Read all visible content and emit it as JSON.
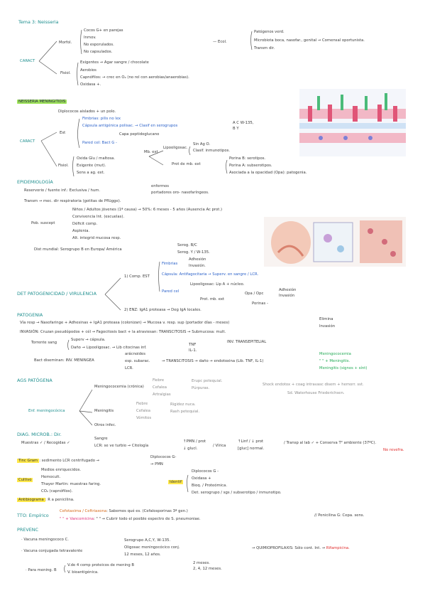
{
  "title": "Tema 3: Neisseria",
  "caract1": {
    "label": "CARACT",
    "morfol": "Morfol.",
    "morfol_items": [
      "Cocos G+ en parejas",
      "Inmov.",
      "No esporulados.",
      "No capsulados."
    ],
    "fisiol": "Fisiol.",
    "fisiol_items": [
      "Exigentes → Agar sangre / chocolate",
      "Aerobios",
      "Capnófilos: → crec en O₂ (no rel con aerobias/anaerobias).",
      "Oxidasa +."
    ],
    "ecol": "— Ecol.",
    "ecol_items": [
      "Patógenos verd.",
      "Microbiota boca, nasofar., genital → Comensal oportunista.",
      "Transm dir."
    ]
  },
  "nm": {
    "header": "NEISSERIA MENINGITIDIS",
    "caract_label": "CARACT",
    "diplo": "Diplococos aislados + un polo.",
    "est": "Est",
    "fimbrias": "Fimbrias: pilis no lex",
    "capsula": "Cápsula antigénica polisac. → Clasif en serogrupos",
    "serogroups": "A  C    W-135,",
    "serogroups2": "B  Y",
    "capa": "Capa peptidoglucano",
    "pared": "Pared cel: Bact G -",
    "mbext": "Mb. ext",
    "lipo": "Lipooligosac.",
    "lipo_items": [
      "Sin Ag O.",
      "Clasif. inmunotipos."
    ],
    "protmb": "Prot de mb. ext",
    "porinas": [
      "Porina B: serotipos.",
      "Porina A: subserotipos.",
      "Asociada a la opacidad (Opa): patogenia."
    ],
    "fisiol": "Fisiol.",
    "fisiol_items": [
      "Oxida Glu / maltosa.",
      "Exigente (mut).",
      "Sens a ag. ext."
    ]
  },
  "epi": {
    "header": "EPIDEMIOLOGÍA",
    "reservorio": "Reservorio / fuente inf.: Exclusiva / hum.",
    "reservorio_items": [
      "enfermos",
      "portadores oro- nasofaríngeos."
    ],
    "transm": "Transm → mec. dir respiratoria (gotitas de Pflügge).",
    "pob": "Pob. suscept",
    "pob_items": [
      "Niños / Adultos jóvenes (1ª causa) → 50%: 6 meses - 5 años (Ausencia Ac prot.)",
      "Convivencia Int. (escuelas).",
      "Déficit comp.",
      "Asplenia.",
      "Alt. integrid mucosa resp."
    ],
    "dist": "Dist mundial: Serogrupo B en Europa/ América",
    "dist_items": [
      "Serog. B/C",
      "Serog. Y / W-135."
    ]
  },
  "det": {
    "header": "DET PATOGENICIDAD / VIRULENCIA",
    "comp_est": "1) Comp. EST",
    "fimbrias": "Fimbrias",
    "fim_items": [
      "Adhesión",
      "Invasión."
    ],
    "capsula": "Cápsula: Antifagocitaria → Superv. en sangre / LCR.",
    "pared": "Pared cel",
    "lipo": "Lipooligosac: Lip A + núcleo.",
    "prot": "Prot. mb. ext",
    "opa": "Opa / Opc",
    "opa_items": [
      "Adhesión",
      "Invasión"
    ],
    "porinas": "Porinas -",
    "enz": "2) ENZ: IgA1 proteasa → Deg IgA locales."
  },
  "pato": {
    "header": "PATOGENIA",
    "line1": "Vía resp → Nasofaringe + Adhesinas + IgA1 proteasa (colonizan) → Mucosa v. resp. sup (portador días - meses)",
    "line1_end": [
      "Elimina",
      "Invasión"
    ],
    "line2": "INVASIÓN: Cruzan pseudópodos + cél → Fagocitosis bact + la atraviesan: TRANSCITOSIS → Submucosa: mult.",
    "torrente": "Torrente sang",
    "superv": "Superv → cápsula.",
    "dano": "Daño → Lipooligosac. → Lib citocinas inf.",
    "tnf": [
      "TNF",
      "IL-1."
    ],
    "inv_trans": "INV. TRANSEPITELIAL",
    "bact": "Bact diseminan: INV. MENINGEA",
    "bact_items": [
      "arácnoides",
      "esp. subarac.",
      "LCR."
    ],
    "transcitosis": "→ TRANSCITOSIS → daño → endotoxina (Lib. TNF, IL-1)",
    "meningo": [
      "Meningococemia",
      "\" \" + Meningitis.",
      "Meningitis (signos + sínt)"
    ]
  },
  "agpat": {
    "header": "AGS PATÓGENA",
    "enf": "Enf. meningocócica",
    "meningococ": "Meningococemia (crónica)",
    "meningococ_items": [
      "Fiebre",
      "Cefalea",
      "Artralgias"
    ],
    "meningococ_right": [
      "Erupc petequial.",
      "Púrpuras."
    ],
    "shock": "Shock endotox + coag intravasc disem + hemorr. sst.",
    "shock2": "Sd. Waterhouse Friederichsen.",
    "meningitis": "Meningitis",
    "meningitis_items": [
      "Fiebre",
      "Cefalea",
      "Vómitos"
    ],
    "meningitis_right": [
      "Rigidez nuca.",
      "Rash petequial."
    ],
    "otros": "Otros infec."
  },
  "diag": {
    "header": "DIAG. MICROB.: Dir.",
    "muestras": "Muestras ✓ / Recogidas ✓",
    "sangre": [
      "Sangre",
      "LCR: se ve turbio → Citología"
    ],
    "citologia": [
      "↑PMN / prot",
      "↓ glucl."
    ],
    "virica": "/ Vírica",
    "virica_items": [
      "↑Linf / ↓ prot",
      "[gluc] normal."
    ],
    "transp": "/ Transp al lab ✓ + Conserva T² ambiente (37ºC).",
    "no_refr": "No revefra.",
    "tincion": "Tinc Gram",
    "tincion_text": ": sedimento LCR centrifugado →",
    "tincion_items": [
      "Diplococos G-",
      "→ PMN"
    ],
    "cultivo": "Cultivo",
    "cultivo_items": [
      "Medios enriquecidos.",
      "Hemocult.",
      "Thayer Martin: muestras faring.",
      "CO₂ (capnófilos)."
    ],
    "identif": "Identif",
    "identif_items": [
      "Diplococos G -",
      "Oxidasa +",
      "Bioq. / Proteómica.",
      "Det. serogrupo / sgs / subserotipo / inmunotipo."
    ],
    "antibio": "Antibiograma",
    "antibio_text": ": R a penicilina."
  },
  "tto": {
    "header": "TTO: Empírico",
    "line1a": "Cefotaxima / Ceftriaxona",
    "line1b": ": Sabemos qué es. (Cefalosporinas 3ª gen.)",
    "line2a": "\" \" + Vancomicina",
    "line2b": ": \" \" → Cubrir todo el posible espectro de S. pneumoniae.",
    "penicilina": "// Penicilina G: Cepa. sens."
  },
  "prev": {
    "header": "PREVENC",
    "vac1": "· Vacuna meningococo C.",
    "vac2": "· Vacuna conjugada tetravalente",
    "vac2_items": [
      "Serogrupo A,C,Y, W-135.",
      "Oligosac meningocócico conj.",
      "12 meses, 12 años."
    ],
    "quimio_a": "→ QUIMIOPROFILAXIS: Sólo cont. Int. →",
    "quimio_b": "Rifampicina.",
    "vac3": "· Para mening. B",
    "vac3_items": [
      "V.de 4 comp proteicos de mening B",
      "V. bioantigénica."
    ],
    "vac3_doses": [
      "2 meses.",
      "2, 4, 12 meses."
    ]
  },
  "colors": {
    "teal": "#1f8f8f",
    "highlight_green": "#9ee35a",
    "highlight_yellow": "#ffe84a",
    "red": "#e02a2a",
    "blue": "#2b61c9"
  }
}
